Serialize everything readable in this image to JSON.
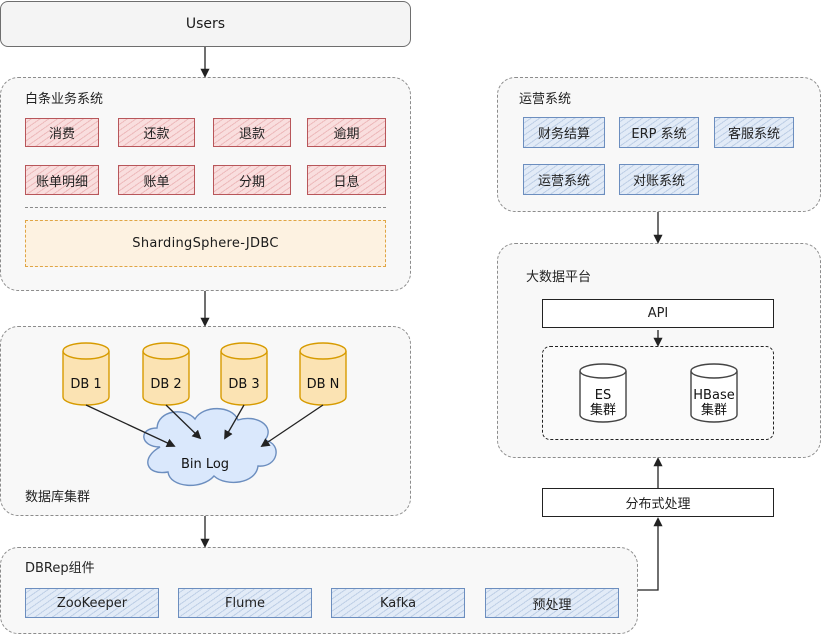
{
  "users": {
    "label": "Users"
  },
  "business": {
    "title": "白条业务系统",
    "items": [
      "消费",
      "还款",
      "退款",
      "逾期",
      "账单明细",
      "账单",
      "分期",
      "日息"
    ],
    "jdbc": "ShardingSphere-JDBC"
  },
  "db_cluster": {
    "title": "数据库集群",
    "dbs": [
      "DB 1",
      "DB 2",
      "DB 3",
      "DB N"
    ],
    "binlog": "Bin Log"
  },
  "dbrep": {
    "title": "DBRep组件",
    "items": [
      "ZooKeeper",
      "Flume",
      "Kafka",
      "预处理"
    ]
  },
  "ops": {
    "title": "运营系统",
    "items": [
      "财务结算",
      "ERP 系统",
      "客服系统",
      "运营系统",
      "对账系统"
    ]
  },
  "bigdata": {
    "title": "大数据平台",
    "api": "API",
    "es": {
      "line1": "ES",
      "line2": "集群"
    },
    "hbase": {
      "line1": "HBase",
      "line2": "集群"
    }
  },
  "distributed": {
    "label": "分布式处理"
  },
  "colors": {
    "red_fill": "#f9dede",
    "red_stroke": "#b8565a",
    "blue_fill": "#e2ebf7",
    "blue_stroke": "#6c8ebf",
    "orange_fill": "#fdf2e1",
    "orange_stroke": "#e0a544",
    "db_fill": "#fbe3b3",
    "db_stroke": "#d79b00",
    "cloud_fill": "#dae8fc",
    "cloud_stroke": "#6c8ebf"
  }
}
